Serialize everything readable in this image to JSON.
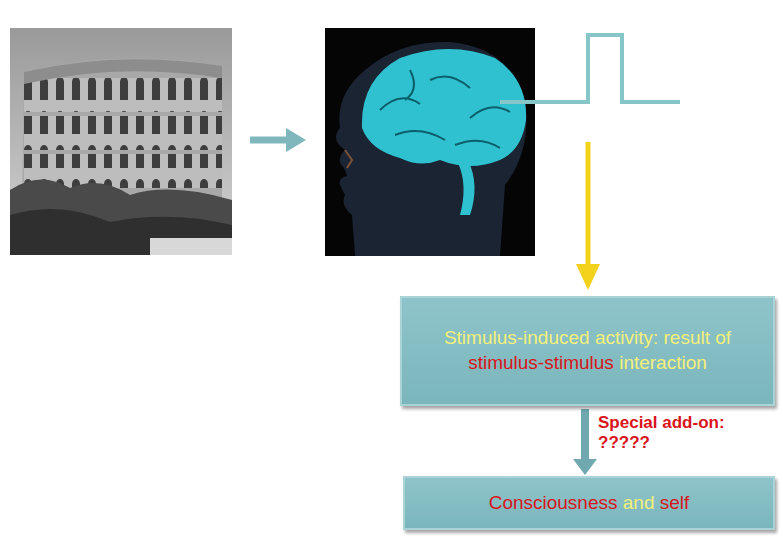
{
  "diagram": {
    "nodes": [
      {
        "text": [
          "Stimulus-induced activity: result of stimulus-stimulus interaction"
        ]
      },
      {
        "text": [
          "Consciousness and self"
        ]
      }
    ],
    "edges": [
      {
        "from": 0,
        "to": 1,
        "arrow": "to"
      }
    ],
    "labels": [
      "Special add-on: ?????"
    ]
  }
}
